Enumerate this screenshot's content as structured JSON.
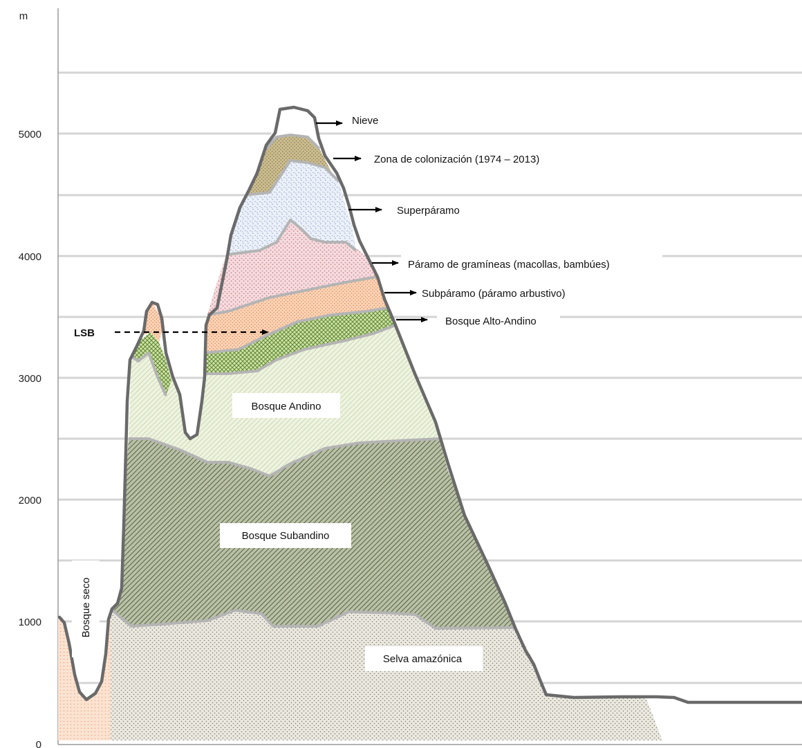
{
  "y_axis": {
    "unit": "m",
    "ticks": [
      "0",
      "1000",
      "2000",
      "3000",
      "4000",
      "5000"
    ]
  },
  "zone_labels": {
    "nieve": "Nieve",
    "colonizacion": "Zona de colonización (1974 – 2013)",
    "superparamo": "Superpáramo",
    "paramo": "Páramo de gramíneas (macollas, bambúes)",
    "subparamo": "Subpáramo (páramo arbustivo)",
    "alto_andino": "Bosque Alto-Andino",
    "lsb": "LSB",
    "andino": "Bosque Andino",
    "subandino": "Bosque Subandino",
    "seco": "Bosque seco",
    "selva": "Selva amazónica"
  },
  "colors": {
    "nieve": "#ffffff",
    "colonizacion": "#cfc193",
    "superparamo": "#dde6f4",
    "paramo": "#f1d3d6",
    "subparamo": "#f8c9a7",
    "alto_andino": "#c9d9a3",
    "andino": "#e4edd1",
    "subandino": "#b7bea4",
    "selva": "#e6e3da",
    "seco": "#f5d2b8",
    "outline": "#6a6a6a",
    "boundary": "#b4b4b4",
    "grid": "#d4d4d4"
  }
}
